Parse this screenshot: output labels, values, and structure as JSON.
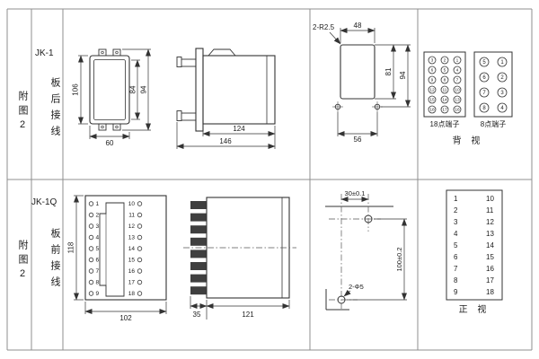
{
  "colors": {
    "line": "#333333",
    "frame": "#8f8f8f",
    "teeth_fill": "#3f3f3f",
    "background": "#ffffff"
  },
  "row1": {
    "fig_label": "附图2",
    "model": "JK-1",
    "wiring": "板后接线",
    "front_view": {
      "dim_height": "106",
      "dim_inner": "84",
      "dim_outer": "94",
      "dim_width": "60"
    },
    "side_view": {
      "dim_body": "124",
      "dim_total": "146"
    },
    "cutout_view": {
      "note_radius": "2-R2.5",
      "dim_top": "48",
      "dim_inner_h": "81",
      "dim_outer_h": "94",
      "dim_bottom": "56"
    },
    "terminals": {
      "t18_label": "18点端子",
      "t8_label": "8点端子",
      "view_label": "背 视",
      "t18": [
        [
          "3",
          "2",
          "1"
        ],
        [
          "6",
          "5",
          "4"
        ],
        [
          "9",
          "8",
          "7"
        ],
        [
          "12",
          "11",
          "10"
        ],
        [
          "15",
          "14",
          "13"
        ],
        [
          "18",
          "17",
          "16"
        ]
      ],
      "t8": [
        [
          "5",
          "1"
        ],
        [
          "6",
          "2"
        ],
        [
          "7",
          "3"
        ],
        [
          "8",
          "4"
        ]
      ]
    }
  },
  "row2": {
    "fig_label": "附图2",
    "model": "JK-1Q",
    "wiring": "板前接线",
    "front_view": {
      "dim_height": "118",
      "dim_width": "102",
      "left_pins": [
        "1",
        "2",
        "3",
        "4",
        "5",
        "6",
        "7",
        "8",
        "9"
      ],
      "right_pins": [
        "10",
        "11",
        "12",
        "13",
        "14",
        "15",
        "16",
        "17",
        "18"
      ]
    },
    "side_view": {
      "dim_plug": "35",
      "dim_body": "121"
    },
    "drill_view": {
      "dim_h": "30±0.1",
      "dim_v": "100±0.2",
      "note_holes": "2-Φ5"
    },
    "pin_table": {
      "rows": [
        [
          "1",
          "10"
        ],
        [
          "2",
          "11"
        ],
        [
          "3",
          "12"
        ],
        [
          "4",
          "13"
        ],
        [
          "5",
          "14"
        ],
        [
          "6",
          "15"
        ],
        [
          "7",
          "16"
        ],
        [
          "8",
          "17"
        ],
        [
          "9",
          "18"
        ]
      ],
      "view_label": "正 视"
    }
  }
}
